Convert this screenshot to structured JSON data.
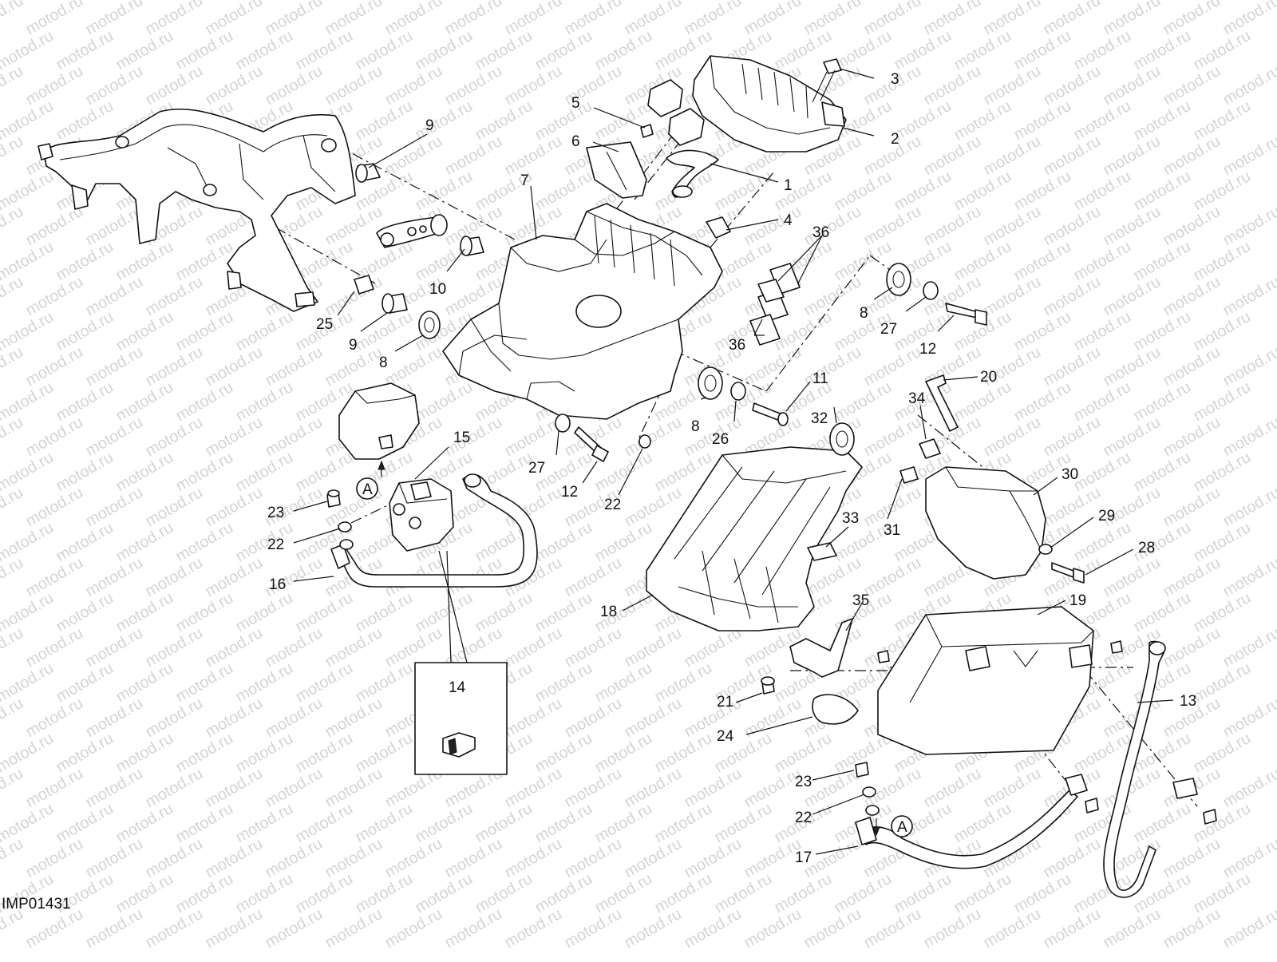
{
  "watermark": "motod.ru",
  "drawing_code": "IMP01431",
  "marker_letter": "A",
  "inset_label": "14",
  "callouts": [
    {
      "id": "1",
      "text": "1"
    },
    {
      "id": "2",
      "text": "2"
    },
    {
      "id": "3",
      "text": "3"
    },
    {
      "id": "4",
      "text": "4"
    },
    {
      "id": "5",
      "text": "5"
    },
    {
      "id": "6",
      "text": "6"
    },
    {
      "id": "7",
      "text": "7"
    },
    {
      "id": "8a",
      "text": "8"
    },
    {
      "id": "8b",
      "text": "8"
    },
    {
      "id": "8c",
      "text": "8"
    },
    {
      "id": "9a",
      "text": "9"
    },
    {
      "id": "9b",
      "text": "9"
    },
    {
      "id": "10",
      "text": "10"
    },
    {
      "id": "11",
      "text": "11"
    },
    {
      "id": "12a",
      "text": "12"
    },
    {
      "id": "12b",
      "text": "12"
    },
    {
      "id": "13",
      "text": "13"
    },
    {
      "id": "15",
      "text": "15"
    },
    {
      "id": "16",
      "text": "16"
    },
    {
      "id": "17",
      "text": "17"
    },
    {
      "id": "18",
      "text": "18"
    },
    {
      "id": "19",
      "text": "19"
    },
    {
      "id": "20",
      "text": "20"
    },
    {
      "id": "21",
      "text": "21"
    },
    {
      "id": "22a",
      "text": "22"
    },
    {
      "id": "22b",
      "text": "22"
    },
    {
      "id": "22c",
      "text": "22"
    },
    {
      "id": "23a",
      "text": "23"
    },
    {
      "id": "23b",
      "text": "23"
    },
    {
      "id": "24",
      "text": "24"
    },
    {
      "id": "25",
      "text": "25"
    },
    {
      "id": "26",
      "text": "26"
    },
    {
      "id": "27a",
      "text": "27"
    },
    {
      "id": "27b",
      "text": "27"
    },
    {
      "id": "28",
      "text": "28"
    },
    {
      "id": "29",
      "text": "29"
    },
    {
      "id": "30",
      "text": "30"
    },
    {
      "id": "31",
      "text": "31"
    },
    {
      "id": "32",
      "text": "32"
    },
    {
      "id": "33",
      "text": "33"
    },
    {
      "id": "34",
      "text": "34"
    },
    {
      "id": "35",
      "text": "35"
    },
    {
      "id": "36a",
      "text": "36"
    },
    {
      "id": "36b",
      "text": "36"
    }
  ]
}
